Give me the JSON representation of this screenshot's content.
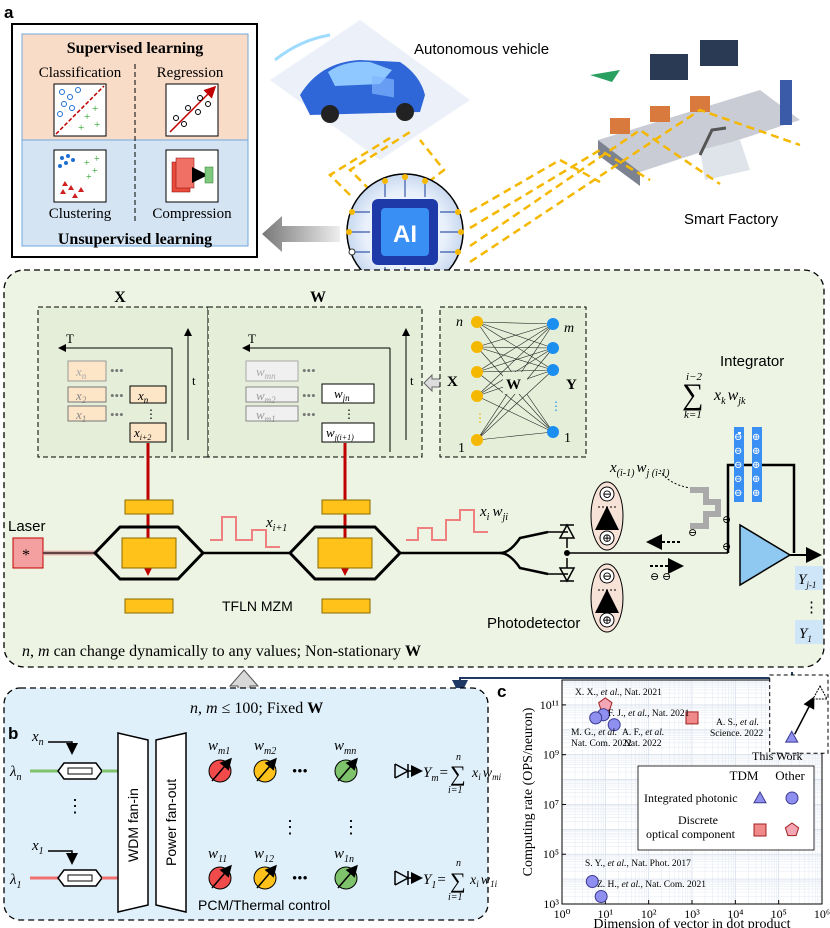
{
  "panels": {
    "a": "a",
    "b": "b",
    "c": "c"
  },
  "learning": {
    "supervised": "Supervised learning",
    "classification": "Classification",
    "regression": "Regression",
    "clustering": "Clustering",
    "compression": "Compression",
    "unsupervised": "Unsupervised learning",
    "ai_chip": "AI"
  },
  "scene": {
    "autonomous_vehicle": "Autonomous vehicle",
    "smart_factory": "Smart Factory"
  },
  "circuit": {
    "x_label": "X",
    "w_label": "W",
    "t_label": "T",
    "t_small": "t",
    "xn": "x",
    "xn_sub": "n",
    "x2": "x",
    "x2_sub": "2",
    "x1": "x",
    "x1_sub": "1",
    "xi2": "x",
    "xi2_sub": "i+2",
    "wmn": "w",
    "wmn_sub": "mn",
    "wm2": "w",
    "wm2_sub": "m2",
    "wm1": "w",
    "wm1_sub": "m1",
    "wjn": "w",
    "wjn_sub": "jn",
    "wji1": "w",
    "wji1_sub": "j(i+1)",
    "nn_n": "n",
    "nn_m": "m",
    "nn_1a": "1",
    "nn_1b": "1",
    "nn_x": "X",
    "nn_w": "W",
    "nn_y": "Y",
    "integrator": "Integrator",
    "sum_top": "i−2",
    "sum_bottom": "k=1",
    "sum_term": "x",
    "sum_term_k": "k",
    "sum_term_w": "w",
    "sum_term_jk": "jk",
    "prev_term": "x",
    "prev_term_sub": "(i-1)",
    "prev_term_w": "w",
    "prev_term_wsub": "j (i-1)",
    "laser": "Laser",
    "laser_symbol": "*",
    "xi1": "x",
    "xi1_sub": "i+1",
    "xiwji": "x",
    "xiwji_sub": "i",
    "xiwji_w": "w",
    "xiwji_wsub": "ji",
    "tfln": "TFLN MZM",
    "photodetector": "Photodetector",
    "yj1": "Y",
    "yj1_sub": "j-1",
    "y1": "Y",
    "y1_sub": "1",
    "dynamic_note_a": "n",
    "dynamic_note_b": ", ",
    "dynamic_note_c": "m",
    "dynamic_note_d": " can change dynamically to any values; Non-stationary ",
    "dynamic_note_e": "W"
  },
  "panel_b": {
    "header_a": "n",
    "header_b": ", ",
    "header_c": "m",
    "header_d": " ≤ 100; Fixed ",
    "header_e": "W",
    "xn": "x",
    "xn_sub": "n",
    "x1": "x",
    "x1_sub": "1",
    "lambda_n": "λ",
    "lambda_n_sub": "n",
    "lambda_1": "λ",
    "lambda_1_sub": "1",
    "wdm": "WDM fan-in",
    "power": "Power fan-out",
    "wm1": "w",
    "wm1_sub": "m1",
    "wm2": "w",
    "wm2_sub": "m2",
    "wmn": "w",
    "wmn_sub": "mn",
    "w11": "w",
    "w11_sub": "11",
    "w12": "w",
    "w12_sub": "12",
    "w1n": "w",
    "w1n_sub": "1n",
    "ym": "Y",
    "ym_sub": "m",
    "y1": "Y",
    "y1_sub": "1",
    "sum_n": "n",
    "sum_i1": "i=1",
    "term_x": "x",
    "term_i": "i",
    "term_w": "w",
    "term_mi": "mi",
    "term_1i": "1i",
    "pcm": "PCM/Thermal control"
  },
  "chart_data": {
    "type": "scatter",
    "xlabel": "Dimension of vector in dot product",
    "ylabel": "Computing rate (OPS/neuron)",
    "xscale": "log",
    "yscale": "log",
    "xlim": [
      1,
      1000000
    ],
    "ylim": [
      1000,
      1000000000000
    ],
    "x_ticks": [
      "10⁰",
      "10¹",
      "10²",
      "10³",
      "10⁴",
      "10⁵",
      "10⁶"
    ],
    "y_ticks": [
      "10³",
      "10⁵",
      "10⁷",
      "10⁹",
      "10¹¹"
    ],
    "legend": {
      "position": "center-right",
      "col_tdm": "TDM",
      "col_other": "Other",
      "row_integrated": "Integrated photonic",
      "row_discrete_a": "Discrete",
      "row_discrete_b": "optical component"
    },
    "points": [
      {
        "label": "X. X., et al., Nat. 2021",
        "x": 10,
        "y": 100000000000,
        "shape": "pentagon",
        "color": "#f4a6b4"
      },
      {
        "label": "F. J., et al., Nat. 2021",
        "x": 9,
        "y": 40000000000,
        "shape": "circle",
        "color": "#8f8ff0"
      },
      {
        "label": "M. G., et al. Nat. Com. 2022",
        "x": 6,
        "y": 30000000000,
        "shape": "circle",
        "color": "#8f8ff0"
      },
      {
        "label": "A. F., et al. Nat. 2022",
        "x": 16,
        "y": 16000000000,
        "shape": "circle",
        "color": "#8f8ff0"
      },
      {
        "label": "A. S., et al. Science. 2022",
        "x": 1000,
        "y": 30000000000,
        "shape": "square",
        "color": "#f08a8a"
      },
      {
        "label": "This Work",
        "x": 200000,
        "y": 5000000000,
        "shape": "triangle",
        "color": "#8f8ff0"
      },
      {
        "label": "S. Y., et al., Nat. Phot. 2017",
        "x": 5,
        "y": 8000,
        "shape": "circle",
        "color": "#8f8ff0"
      },
      {
        "label": "Z. H., et al., Nat. Com. 2021",
        "x": 8,
        "y": 2000,
        "shape": "circle",
        "color": "#8f8ff0"
      }
    ],
    "this_work_future": {
      "x": 900000,
      "y": 300000000000
    }
  },
  "chart_labels": {
    "p0a": "X. X., ",
    "p0b": "et al.",
    "p0c": ", Nat. 2021",
    "p1a": "F. J., ",
    "p1b": "et al.",
    "p1c": ", Nat. 2021",
    "p2a": "M. G., ",
    "p2b": "et al.",
    "p2c": "Nat. Com. 2022",
    "p3a": "A. F., ",
    "p3b": "et al.",
    "p3c": "Nat. 2022",
    "p4a": "A. S., ",
    "p4b": "et al.",
    "p4c": "Science. 2022",
    "p5": "This Work",
    "p6a": "S. Y., ",
    "p6b": "et al.",
    "p6c": ", Nat. Phot. 2017",
    "p7a": "Z. H., ",
    "p7b": "et al.",
    "p7c": ", Nat. Com. 2021"
  },
  "colors": {
    "supervised_bg": "#f9dcc8",
    "unsupervised_bg": "#d4e4f2",
    "panel_a_bg": "#eef4e4",
    "panel_b_bg": "#dff0fa",
    "laser": "#f5a0a0",
    "mzm": "#ffc21a",
    "red_arrow": "#c00000",
    "tdm": "#8f8ff0",
    "discrete": "#f08a8a"
  }
}
